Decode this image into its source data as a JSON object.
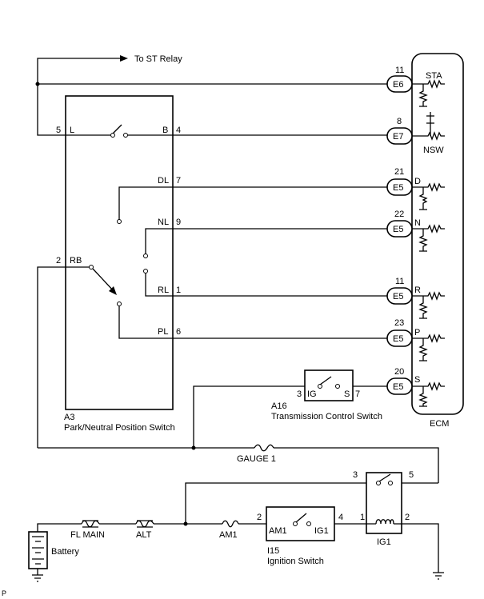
{
  "ecm": {
    "label": "ECM",
    "pins": [
      {
        "num": "11",
        "conn": "E6",
        "sig": "STA"
      },
      {
        "num": "8",
        "conn": "E7",
        "sig": "NSW"
      },
      {
        "num": "21",
        "conn": "E5",
        "sig": "D"
      },
      {
        "num": "22",
        "conn": "E5",
        "sig": "N"
      },
      {
        "num": "11",
        "conn": "E5",
        "sig": "R"
      },
      {
        "num": "23",
        "conn": "E5",
        "sig": "P"
      },
      {
        "num": "20",
        "conn": "E5",
        "sig": "S"
      }
    ]
  },
  "st_relay": "To ST Relay",
  "pnp_switch": {
    "code": "A3",
    "name": "Park/Neutral Position Switch",
    "terminals": [
      {
        "num": "5",
        "name": "L"
      },
      {
        "num": "4",
        "name": "B"
      },
      {
        "num": "7",
        "name": "DL"
      },
      {
        "num": "9",
        "name": "NL"
      },
      {
        "num": "2",
        "name": "RB"
      },
      {
        "num": "1",
        "name": "RL"
      },
      {
        "num": "6",
        "name": "PL"
      }
    ]
  },
  "tcs": {
    "code": "A16",
    "name": "Transmission Control Switch",
    "pin_left": "3",
    "term_left": "IG",
    "pin_right": "7",
    "term_right": "S"
  },
  "fuses": {
    "gauge1": "GAUGE 1",
    "fl_main": "FL MAIN",
    "alt": "ALT",
    "am1": "AM1"
  },
  "ignition_switch": {
    "code": "I15",
    "name": "Ignition Switch",
    "pin_left": "2",
    "term_left": "AM1",
    "term_right": "IG1",
    "pin_right": "4"
  },
  "relay": {
    "name": "IG1",
    "pin3": "3",
    "pin5": "5",
    "pin1": "1",
    "pin2": "2"
  },
  "battery": "Battery",
  "corner_mark": "P"
}
